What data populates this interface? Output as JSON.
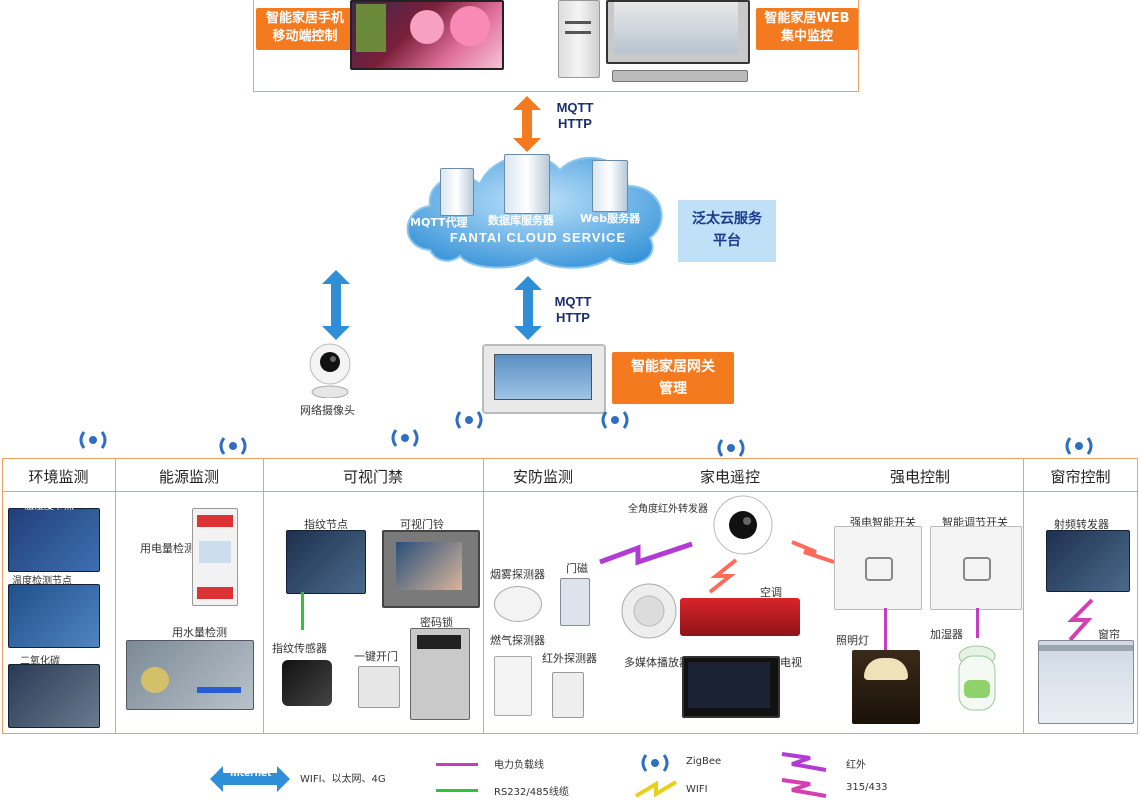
{
  "top": {
    "mobile_label": "智能家居手机\n移动端控制",
    "web_label": "智能家居WEB\n集中监控"
  },
  "protocols": {
    "top_link": "MQTT\nHTTP",
    "gateway_link": "MQTT\nHTTP"
  },
  "cloud": {
    "name": "FANTAI CLOUD SERVICE",
    "servers": [
      "MQTT代理",
      "数据库服务器",
      "Web服务器"
    ],
    "platform_label": "泛太云服务\n平台"
  },
  "camera": {
    "label": "网络摄像头"
  },
  "gateway": {
    "label": "智能家居网关\n管理"
  },
  "sections": [
    "环境监测",
    "能源监测",
    "可视门禁",
    "安防监测",
    "家电遥控",
    "强电控制",
    "窗帘控制"
  ],
  "devices": {
    "env": [
      "温湿度节点",
      "温度检测节点",
      "二氧化碳"
    ],
    "energy": [
      "用电量检测",
      "用水量检测"
    ],
    "door": [
      "指纹节点",
      "可视门铃",
      "指纹传感器",
      "一键开门",
      "密码锁"
    ],
    "security": [
      "烟雾探测器",
      "门磁",
      "燃气探测器",
      "红外探测器"
    ],
    "appliance": [
      "全角度红外转发器",
      "空调",
      "多媒体播放器",
      "电视"
    ],
    "power": [
      "强电智能开关",
      "智能调节开关",
      "照明灯",
      "加湿器"
    ],
    "curtain": [
      "射频转发器",
      "窗帘"
    ]
  },
  "legend": {
    "internet_badge": "Internet",
    "internet_text": "WIFI、以太网、4G",
    "power_line": "电力负载线",
    "rs_line": "RS232/485线缆",
    "zigbee": "ZigBee",
    "wifi": "WIFI",
    "ir": "红外",
    "rf": "315/433"
  },
  "colors": {
    "orange": "#f47a1f",
    "cloud_blue": "#2f8fd6",
    "power_line": "#c43fc0",
    "rs_line": "#2fc33a",
    "ir": "#b23bd6",
    "rf": "#d63fb1"
  }
}
